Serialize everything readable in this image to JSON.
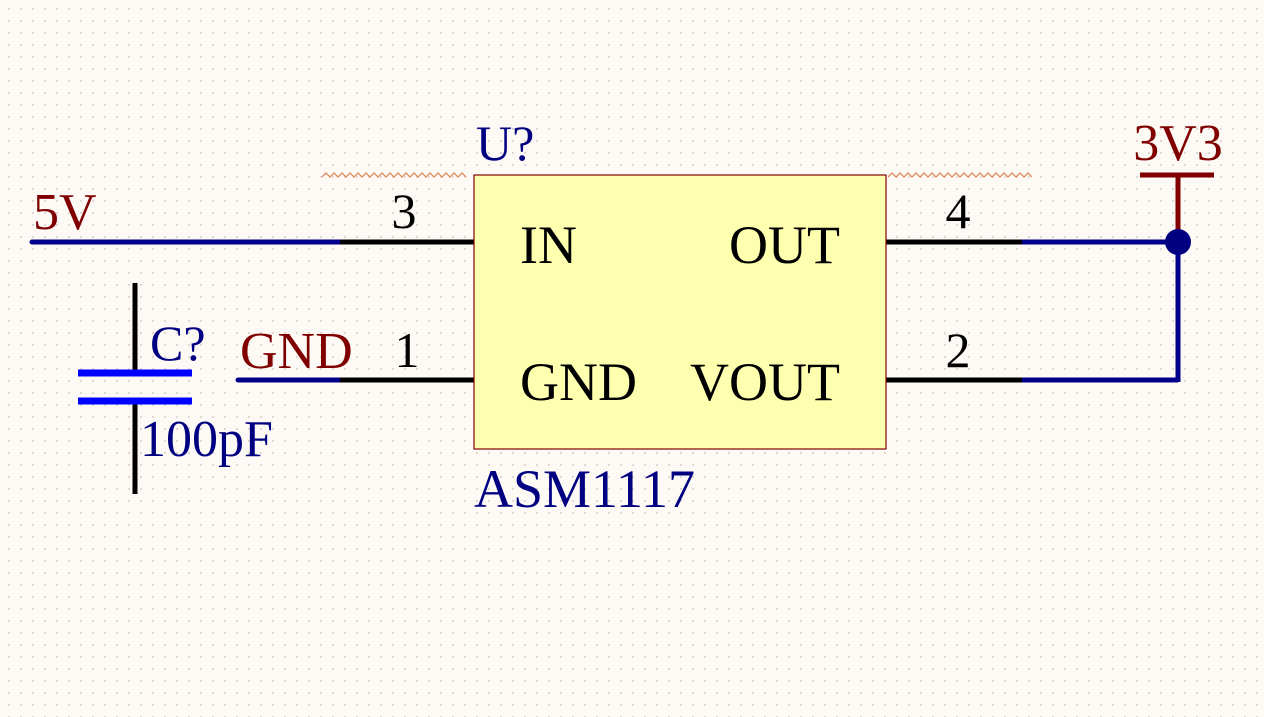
{
  "schematic": {
    "regulator": {
      "designator": "U?",
      "part": "ASM1117",
      "pins": {
        "in": {
          "number": "3",
          "name": "IN"
        },
        "gnd": {
          "number": "1",
          "name": "GND"
        },
        "out": {
          "number": "4",
          "name": "OUT"
        },
        "vout": {
          "number": "2",
          "name": "VOUT"
        }
      }
    },
    "capacitor": {
      "designator": "C?",
      "value": "100pF"
    },
    "nets": {
      "input": "5V",
      "ground": "GND",
      "output": "3V3"
    }
  },
  "colors": {
    "wire": "#00008b",
    "net_label": "#800000",
    "designator": "#000080",
    "component_fill": "#ffffb0",
    "component_border": "#800000",
    "pin": "#000000",
    "cap_plate": "#0000ff",
    "junction": "#000080",
    "power_port": "#800000",
    "error_squiggle": "#e08050"
  }
}
